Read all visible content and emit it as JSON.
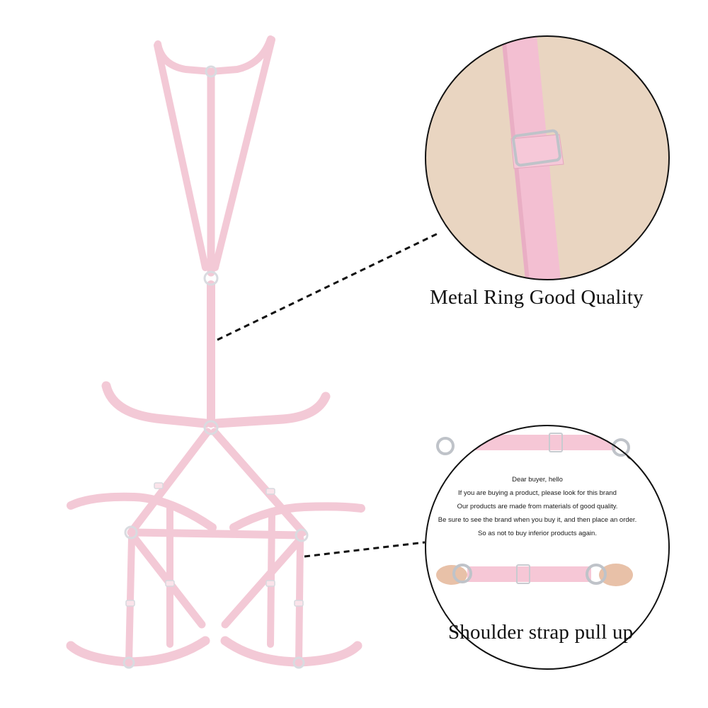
{
  "captions": {
    "metal_ring": "Metal Ring Good Quality",
    "shoulder_strap": "Shoulder strap pull up"
  },
  "buyer_notice": {
    "line1": "Dear buyer, hello",
    "line2": "If you are buying a product, please look for this brand",
    "line3": "Our products are made from materials of good quality.",
    "line4": "Be sure to see the brand when you buy it, and then place an order.",
    "line5": "So as not to buy inferior products again."
  },
  "colors": {
    "strap_pink": "#f3c9d6",
    "strap_edge": "#e5aebf",
    "ring_metal": "#c9ccd2",
    "canvas_beige": "#ecd9c6",
    "divider": "#111111"
  },
  "icons": {
    "ring": "o-ring-icon",
    "slider": "adjuster-buckle-icon"
  }
}
